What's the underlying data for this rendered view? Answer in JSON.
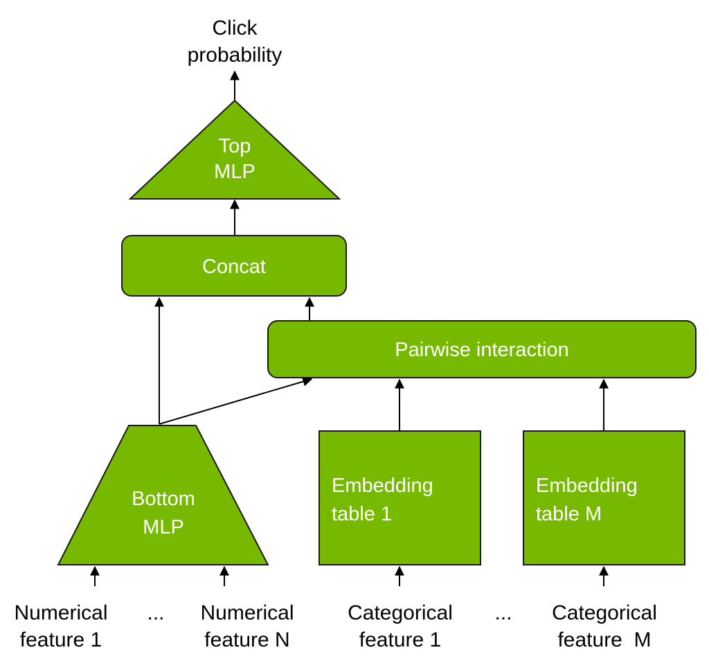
{
  "output": {
    "line1": "Click",
    "line2": "probability"
  },
  "top_mlp": {
    "line1": "Top",
    "line2": "MLP"
  },
  "concat": {
    "label": "Concat"
  },
  "pairwise": {
    "label": "Pairwise interaction"
  },
  "bottom_mlp": {
    "line1": "Bottom",
    "line2": "MLP"
  },
  "embedding_1": {
    "line1": "Embedding",
    "line2": "table 1"
  },
  "embedding_m": {
    "line1": "Embedding",
    "line2": "table M"
  },
  "inputs": {
    "numerical_1": {
      "line1": "Numerical",
      "line2": "feature 1"
    },
    "numerical_ellipsis": "...",
    "numerical_n": {
      "line1": "Numerical",
      "line2": "feature N"
    },
    "categorical_1": {
      "line1": "Categorical",
      "line2": "feature 1"
    },
    "categorical_ellipsis": "...",
    "categorical_m": {
      "line1": "Categorical",
      "line2": "feature  M"
    }
  },
  "colors": {
    "block_fill": "#76b900",
    "block_text": "#ffffff",
    "border": "#1a1a1a"
  }
}
